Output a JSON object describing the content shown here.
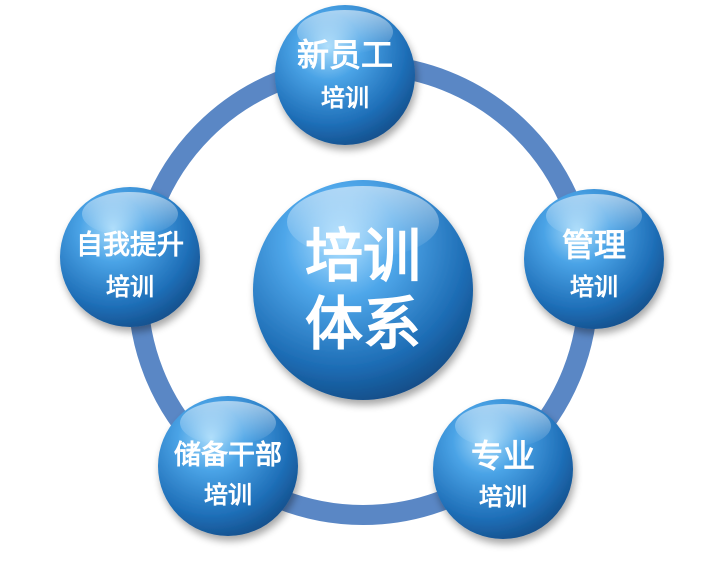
{
  "center": {
    "line1": "培训",
    "line2": "体系"
  },
  "nodes": [
    {
      "id": "new-employee",
      "title": "新员工",
      "subtitle": "培训"
    },
    {
      "id": "management",
      "title": "管理",
      "subtitle": "培训"
    },
    {
      "id": "professional",
      "title": "专业",
      "subtitle": "培训"
    },
    {
      "id": "reserve-cadre",
      "title": "储备干部",
      "subtitle": "培训"
    },
    {
      "id": "self-improvement",
      "title": "自我提升",
      "subtitle": "培训"
    }
  ],
  "colors": {
    "ring": "#5a87c5",
    "sphere_light": "#7fc6f3",
    "sphere_mid": "#2e86d1",
    "sphere_dark": "#12477f",
    "text": "#ffffff"
  }
}
